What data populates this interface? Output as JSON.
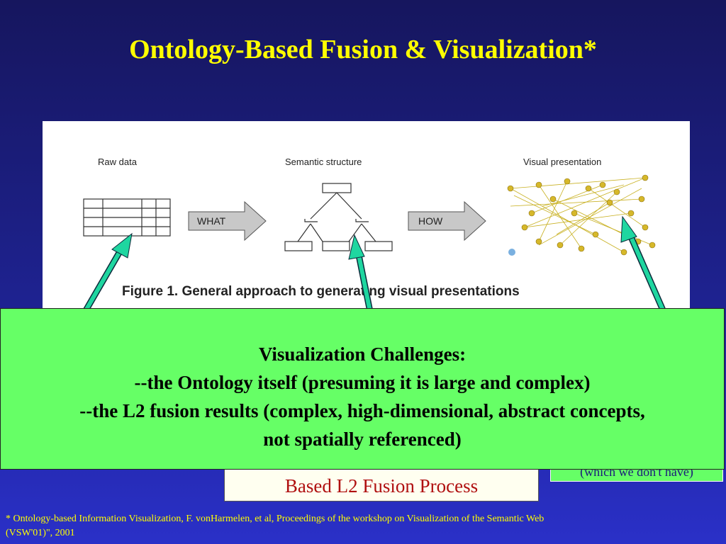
{
  "slide": {
    "title": "Ontology-Based Fusion & Visualization*",
    "figure": {
      "label_raw": "Raw data",
      "label_semantic": "Semantic structure",
      "label_visual": "Visual presentation",
      "arrow_what": "WHAT",
      "arrow_how": "HOW",
      "caption": "Figure 1. General approach to generating visual presentations"
    },
    "challenges": {
      "heading": "Visualization Challenges:",
      "line1": "--the Ontology itself (presuming it is large and complex)",
      "line2": "--the L2 fusion results (complex, high-dimensional, abstract concepts,",
      "line3": "not spatially referenced)"
    },
    "based_box": "Based L2 Fusion Process",
    "side_box_fragment": "(which we don't have)",
    "footnote_line1": "* Ontology-based Information Visualization, F. vonHarmelen, et al, Proceedings of the workshop on Visualization of the Semantic Web",
    "footnote_line2": "(VSW'01)\", 2001",
    "colors": {
      "title": "#ffff00",
      "box_green": "#66ff66",
      "pointer_arrow": "#1fd6a0",
      "based_text": "#b01010"
    }
  }
}
